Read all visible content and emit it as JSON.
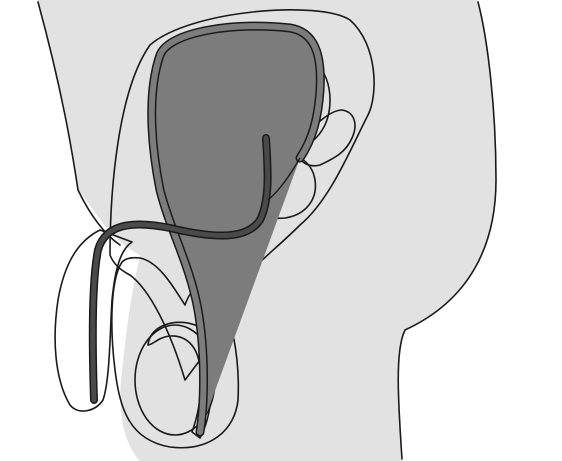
{
  "figure": {
    "colors": {
      "background": "#ffffff",
      "body": "#e2e2e2",
      "outline": "#1a1a1a",
      "white_region": "#ffffff",
      "bladder": "#5e5e5e",
      "prostate": "#8a8a8a",
      "duct": "#7c7c7c",
      "urethra": "#4a4a4a",
      "testis": "#c9c9c9",
      "epididymis": "#8e8e8e"
    },
    "parts": [
      "body-outline",
      "bladder",
      "prostate",
      "seminal-vesicle",
      "vas-deferens",
      "urethra",
      "penis",
      "scrotum",
      "testis",
      "epididymis"
    ]
  }
}
